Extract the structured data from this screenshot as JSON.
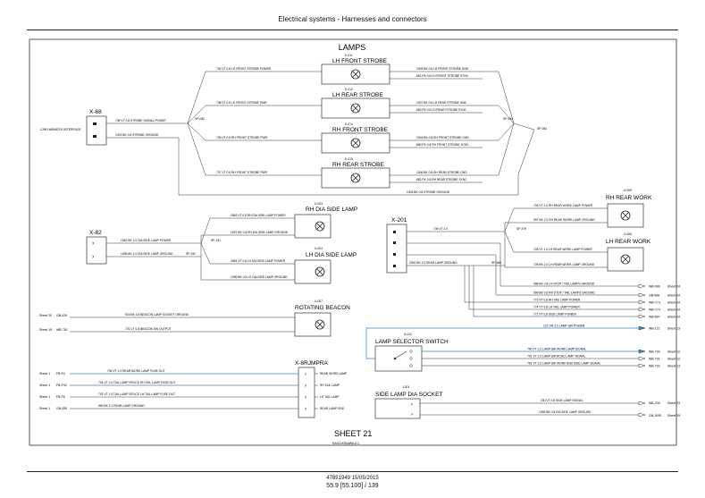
{
  "header": {
    "title": "Electrical systems - Harnesses and connectors"
  },
  "footer": {
    "doc": "47851949 15/05/2015",
    "page": "55.9 [55.100] / 139"
  },
  "diagram": {
    "title": "LAMPS",
    "sheet": "SHEET 21",
    "sheet_ref": "RAIL1005LWBLA   1",
    "lamps_top": [
      {
        "label": "LH FRONT STROBE",
        "id": "E-011",
        "in1": "740 VT 0.8 LH FRONT STROBE POWER",
        "out1": "1005 BK 0.8 LH FRONT STROBE GND",
        "out2": "681 PK 0.8 LH FRONT STROBE SYNC"
      },
      {
        "label": "LH REAR STROBE",
        "id": "E-012",
        "in1": "738 VT 0.8 LH FRONT STROBE PWR",
        "out1": "1007 BK 0.8 LH REAR STROBE GND",
        "out2": "683 PK 0.8 LH REAR STROBE SYNC"
      },
      {
        "label": "RH FRONT STROBE",
        "id": "E-014",
        "in1": "739 VT 0.8 RH FRONT STROBE PWR",
        "out1": "1004 BK 0.8 RH FRONT STROBE GND",
        "out2": "680 PK 0.8 RH FRONT STROBE SYNC"
      },
      {
        "label": "RH REAR STROBE",
        "id": "E-015",
        "in1": "737 VT 0.8 RH FRONT STROBE PWR",
        "out1": "1006 BK 0.8 RH REAR STROBE GND",
        "out2": "682 PK 0.8 RH REAR STROBE SYNC"
      }
    ],
    "x68": {
      "label": "X-68",
      "side": "CAB HARNESS INTERFACE",
      "w1": "736 VT 0.8 STROBE SIGNAL POWER",
      "w2": "1003 BK 0.8 STROBE GROUND",
      "sp_l": "SP-082",
      "sp_r": "SP-083",
      "sp_far": "SP-084",
      "bottom": "1003 BK 0.8 STROBE GROUND"
    },
    "x82": {
      "label": "X-82",
      "w1": "1062 BK 1.0 DIA SIDE LAMP POWER",
      "w2": "1098 BK 1.0 DIA SIDE LAMP GROUND",
      "sp1": "SP-191",
      "sp2": "SP-192"
    },
    "rh_dia": {
      "label": "RH DIA SIDE LAMP",
      "id": "U-003",
      "w1": "0063 VT 0.8 RH DIA SIDE LAMP POWER",
      "w2": "1097 BK 0.8 RH DIA SIDE LAMP GROUND"
    },
    "lh_dia": {
      "label": "LH DIA SIDE LAMP",
      "id": "U-004",
      "w1": "0064 VT 0.8 LH DIA SIDE LAMP POWER",
      "w2": "1096 BK 0.8 LH DIA SIDE LAMP GROUND"
    },
    "beacon": {
      "label": "ROTATING BEACON",
      "id": "U-007",
      "w1": "923 BK 0.8 BEACON LAMP SOCKET GROUND",
      "w2": "701 VT 0.8 BEACON SW OUTPUT",
      "s1": "Sheet 20",
      "c1": "GB-026",
      "s2": "Sheet 15",
      "c2": "WB-761"
    },
    "x201": {
      "label": "X-201",
      "w1": "736 VT 2.0",
      "w2": "2000 BK 2.0 REAR LAMP GROUND",
      "sp1": "SP-479",
      "sp2": "SP-480"
    },
    "rh_work": {
      "label": "RH REAR WORK",
      "id": "U-005",
      "w1": "726 VT 1.0 RH REAR WORK LAMP POWER",
      "w2": "997 BK 2.0 RH REAR WORK LAMP GROUND"
    },
    "lh_work": {
      "label": "LH REAR WORK",
      "id": "U-006",
      "w1": "728 VT 1.0 LH REAR WORK LAMP POWER",
      "w2": "726 BK 2.0 LH REAR WORK LAMP GROUND"
    },
    "right_wires": [
      {
        "text": "998 BK 0.8 LH STOP / TAIL LAMPS GROUND",
        "conn": "WB-996",
        "sheet": "Sheet 24"
      },
      {
        "text": "999 BK 0.8 RH STOP / TAIL LAMPS GROUND",
        "conn": "GB-998",
        "sheet": "Sheet 24"
      },
      {
        "text": "773 VT 0.8 RH TAIL LAMP POWER",
        "conn": "WB-773",
        "sheet": "Sheet 24"
      },
      {
        "text": "774 VT 0.8 LH TAIL LAMP POWER",
        "conn": "WB-774",
        "sheet": "Sheet 24"
      },
      {
        "text": "771 VT 0.8 SIDE LAMP POWER",
        "conn": "WB-897",
        "sheet": "Sheet 24"
      },
      {
        "text": "121 OR 3.0 LAMP SW POWER",
        "conn": "WB-121",
        "sheet": "Sheet 13"
      }
    ],
    "selector": {
      "label": "LAMP SELECTOR SWITCH",
      "id": "S-012"
    },
    "sel_wires": [
      {
        "text": "790 VT 1.0 LAMP SW WORK LAMP SIGNAL",
        "conn": "WB-790",
        "sheet": "Sheet 12"
      },
      {
        "text": "791 VT 2.0 LAMP SW ROAD LAMP SIGNAL",
        "conn": "WB-791",
        "sheet": "Sheet 12"
      },
      {
        "text": "792 VT 1.0 LAMP SW WORK AND SIDE LAMP SIGNAL",
        "conn": "WB-792",
        "sheet": "Sheet 13"
      }
    ],
    "socket": {
      "label": "SIDE LAMP DIA SOCKET",
      "id": "J-001",
      "w1": "230 VT 0.8 SIDE LAMP SIGNAL",
      "c1": "WB-230",
      "s1": "Sheet 23",
      "w2": "1095 BK 0.8 DIA SIDE LAMP GROUND",
      "c2": "GB-1095",
      "s2": "Sheet 25"
    },
    "x8rj": {
      "label": "X-8RJMPRA",
      "rows": [
        {
          "sheet": "Sheet 1",
          "conn": "FB-F4",
          "wire": "706 VT 1.0 REAR WORK LAMP FUSE OUT",
          "end": "REAR WORK LAMP"
        },
        {
          "sheet": "Sheet 1",
          "conn": "FB-F32",
          "wire": "704 VT 1.0 TAIL LAMP SPLICE RH TAIL LAMP FUSE OUT",
          "end": "RH TAIL LAMP"
        },
        {
          "sheet": "Sheet 1",
          "conn": "FB-F6",
          "wire": "702 VT 1.0 TAIL LAMP SPLICE LH TAIL LAMP FUSE OUT",
          "end": "LH TAIL LAMP"
        },
        {
          "sheet": "Sheet 1",
          "conn": "GB-055",
          "wire": "550 BK 1.0 REAR LAMP GROUND",
          "end": "REAR LAMP GND"
        }
      ]
    }
  }
}
